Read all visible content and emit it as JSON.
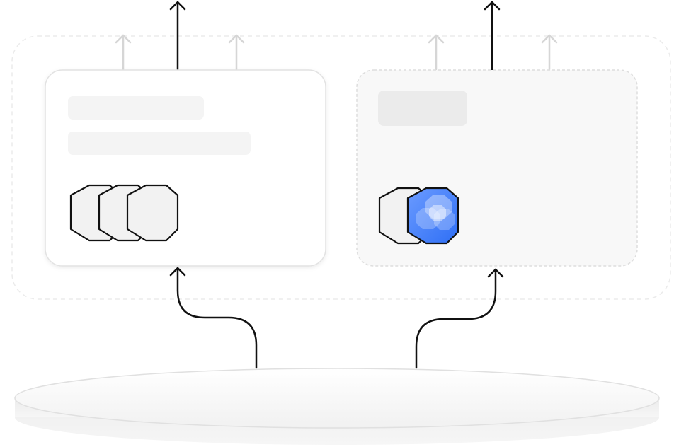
{
  "colors": {
    "stroke": "#111111",
    "faint_arrow": "#d6d6d6",
    "dashed_border": "#e3e3e3",
    "card_bg": "#ffffff",
    "card_alt_bg": "#f8f8f8",
    "placeholder": "#f3f3f3",
    "placeholder_dark": "#ebebeb",
    "hex_fill": "#f2f2f2",
    "accent": "#3b7cff",
    "accent_light": "#86aaff"
  },
  "left_card": {
    "hex_count": 3
  },
  "right_card": {
    "hex_count": 2,
    "highlighted_hex_index": 1
  },
  "icons": {
    "arrow": "up-arrow-icon",
    "hexagon": "hexagon-icon",
    "platform": "platform-disc"
  }
}
